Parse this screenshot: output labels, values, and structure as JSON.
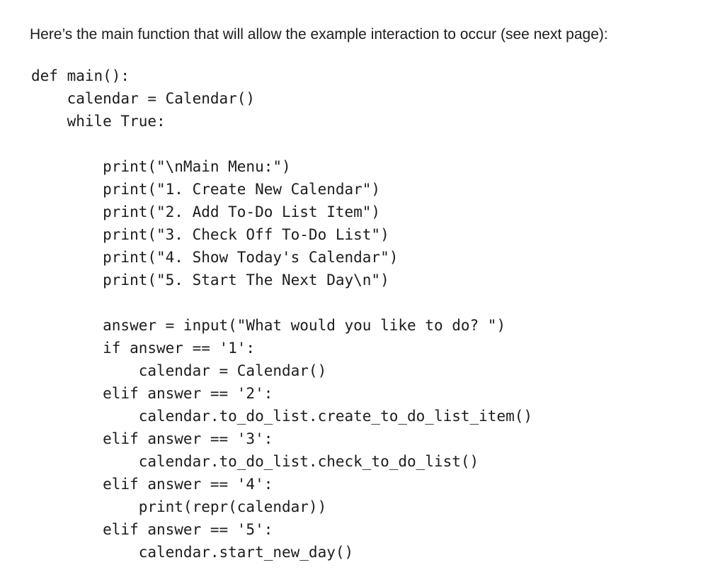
{
  "page": {
    "background_color": "#ffffff",
    "text_color": "#1c1c1c"
  },
  "intro": {
    "text": "Here’s the main function that will allow the example interaction to occur (see next page):"
  },
  "code": {
    "language": "python",
    "lines": [
      "def main():",
      "    calendar = Calendar()",
      "    while True:",
      "",
      "        print(\"\\nMain Menu:\")",
      "        print(\"1. Create New Calendar\")",
      "        print(\"2. Add To-Do List Item\")",
      "        print(\"3. Check Off To-Do List\")",
      "        print(\"4. Show Today's Calendar\")",
      "        print(\"5. Start The Next Day\\n\")",
      "",
      "        answer = input(\"What would you like to do? \")",
      "        if answer == '1':",
      "            calendar = Calendar()",
      "        elif answer == '2':",
      "            calendar.to_do_list.create_to_do_list_item()",
      "        elif answer == '3':",
      "            calendar.to_do_list.check_to_do_list()",
      "        elif answer == '4':",
      "            print(repr(calendar))",
      "        elif answer == '5':",
      "            calendar.start_new_day()"
    ]
  }
}
